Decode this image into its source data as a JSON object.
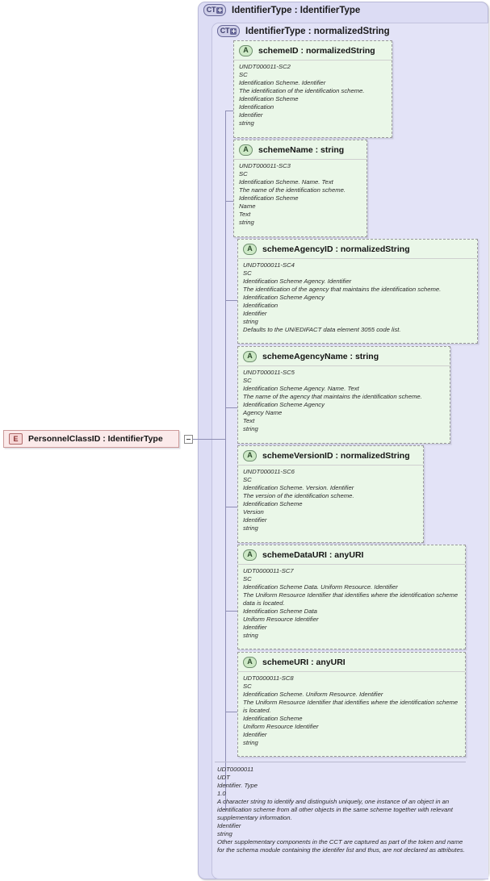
{
  "diagram": {
    "kind": "xsd-schema-diagram",
    "colors": {
      "container_fill": "#dcdcf4",
      "inner_fill": "#e3e3f7",
      "attribute_fill": "#eaf7e8",
      "element_fill": "#fbeaea",
      "connector": "#8e8eb4"
    }
  },
  "element": {
    "badge": "E",
    "label": "PersonnelClassID : IdentifierType",
    "toggle_icon": "collapse-minus-icon"
  },
  "containers": [
    {
      "badge": "CT",
      "badge_icon": "expand-plus-icon",
      "label": "IdentifierType : IdentifierType"
    },
    {
      "badge": "CT",
      "badge_icon": "expand-plus-icon",
      "label": "IdentifierType : normalizedString"
    }
  ],
  "attributes": [
    {
      "badge": "A",
      "name": "schemeID : normalizedString",
      "lines": [
        "UNDT000011-SC2",
        "SC",
        "Identification Scheme. Identifier",
        "The identification of the identification scheme.",
        "Identification Scheme",
        "Identification",
        "Identifier",
        "string"
      ]
    },
    {
      "badge": "A",
      "name": "schemeName : string",
      "lines": [
        "UNDT000011-SC3",
        "SC",
        "Identification Scheme. Name. Text",
        "The name of the identification scheme.",
        "Identification Scheme",
        "Name",
        "Text",
        "string"
      ]
    },
    {
      "badge": "A",
      "name": "schemeAgencyID : normalizedString",
      "lines": [
        "UNDT000011-SC4",
        "SC",
        "Identification Scheme Agency. Identifier",
        "The identification of the agency that maintains the identification scheme.",
        "Identification Scheme Agency",
        "Identification",
        "Identifier",
        "string",
        "Defaults to the UN/EDIFACT data element 3055 code list."
      ]
    },
    {
      "badge": "A",
      "name": "schemeAgencyName : string",
      "lines": [
        "UNDT000011-SC5",
        "SC",
        "Identification Scheme Agency. Name. Text",
        "The name of the agency that maintains the identification scheme.",
        "Identification Scheme Agency",
        "Agency Name",
        "Text",
        "string"
      ]
    },
    {
      "badge": "A",
      "name": "schemeVersionID : normalizedString",
      "lines": [
        "UNDT000011-SC6",
        "SC",
        "Identification Scheme. Version. Identifier",
        "The version of the identification scheme.",
        "Identification Scheme",
        "Version",
        "Identifier",
        "string"
      ]
    },
    {
      "badge": "A",
      "name": "schemeDataURI : anyURI",
      "lines": [
        "UDT0000011-SC7",
        "SC",
        "Identification Scheme Data. Uniform Resource. Identifier",
        "The Uniform Resource Identifier that identifies where the identification scheme data is located.",
        "Identification Scheme Data",
        "Uniform Resource Identifier",
        "Identifier",
        "string"
      ]
    },
    {
      "badge": "A",
      "name": "schemeURI : anyURI",
      "lines": [
        "UDT0000011-SC8",
        "SC",
        "Identification Scheme. Uniform Resource. Identifier",
        "The Uniform Resource Identifier that identifies where the identification scheme is located.",
        "Identification Scheme",
        "Uniform Resource Identifier",
        "Identifier",
        "string"
      ]
    }
  ],
  "documentation": {
    "lines": [
      "UDT0000011",
      "UDT",
      "Identifier. Type",
      "1.0",
      "A character string to identify and distinguish uniquely, one instance of an object in an identification scheme from all other objects in the same scheme together with relevant supplementary information.",
      "Identifier",
      "string",
      "Other supplementary components in the CCT are captured as part of the token and name for the schema module containing the identifer list and thus, are not declared as attributes."
    ],
    "wrapped_index": [
      4,
      7
    ]
  }
}
